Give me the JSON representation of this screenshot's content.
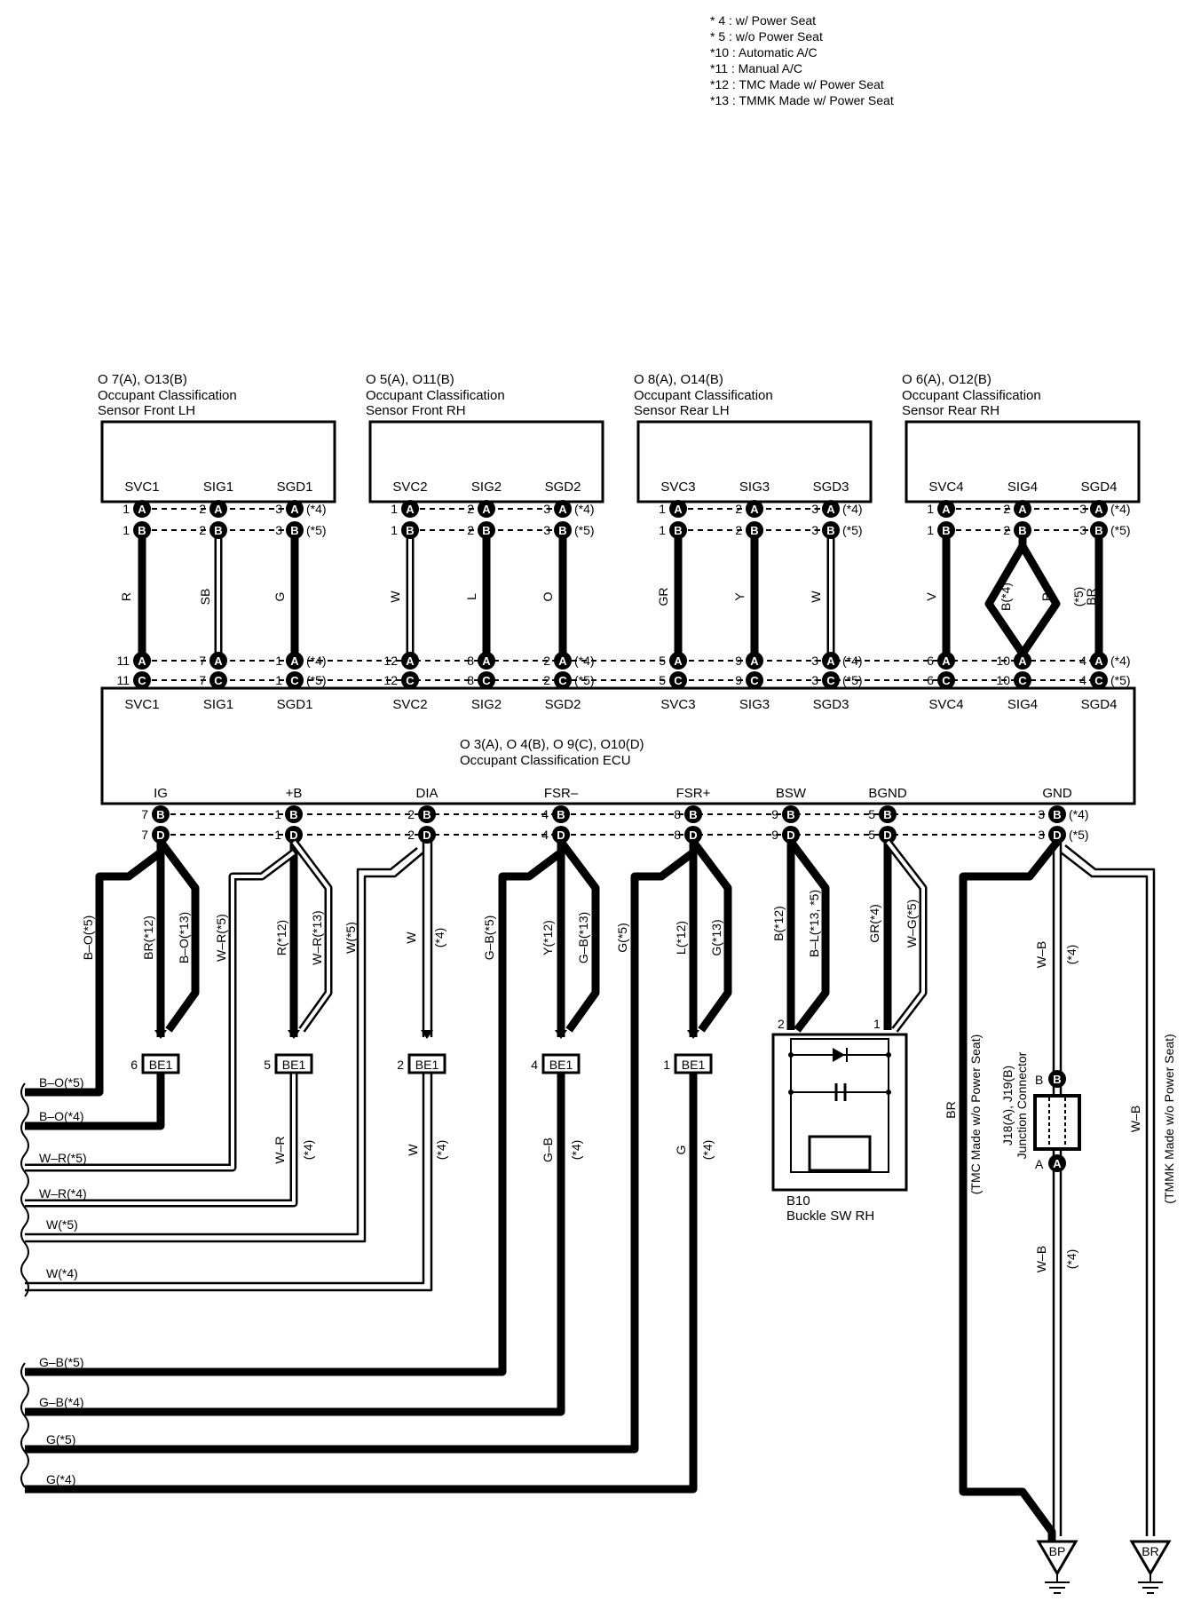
{
  "legend": [
    "* 4 : w/ Power Seat",
    "* 5 : w/o Power Seat",
    "*10 : Automatic A/C",
    "*11 : Manual A/C",
    "*12 : TMC Made w/ Power Seat",
    "*13 : TMMK Made w/ Power Seat"
  ],
  "sensors": [
    {
      "code": "O 7(A), O13(B)",
      "name1": "Occupant Classification",
      "name2": "Sensor Front LH",
      "terms": [
        {
          "label": "SVC1",
          "pinA": "1",
          "pinB": "1",
          "wire": "R",
          "style": "thick",
          "ecuPinA": "11",
          "ecuPinC": "11",
          "ecuLabel": "SVC1"
        },
        {
          "label": "SIG1",
          "pinA": "2",
          "pinB": "2",
          "wire": "SB",
          "style": "hollow",
          "ecuPinA": "7",
          "ecuPinC": "7",
          "ecuLabel": "SIG1"
        },
        {
          "label": "SGD1",
          "pinA": "3",
          "pinB": "3",
          "wire": "G",
          "style": "thick",
          "ecuPinA": "1",
          "ecuPinC": "1",
          "ecuLabel": "SGD1",
          "noteA": "(*4)",
          "noteB": "(*5)"
        }
      ]
    },
    {
      "code": "O 5(A), O11(B)",
      "name1": "Occupant Classification",
      "name2": "Sensor Front RH",
      "terms": [
        {
          "label": "SVC2",
          "pinA": "1",
          "pinB": "1",
          "wire": "W",
          "style": "hollow",
          "ecuPinA": "12",
          "ecuPinC": "12",
          "ecuLabel": "SVC2"
        },
        {
          "label": "SIG2",
          "pinA": "2",
          "pinB": "2",
          "wire": "L",
          "style": "thick",
          "ecuPinA": "8",
          "ecuPinC": "8",
          "ecuLabel": "SIG2"
        },
        {
          "label": "SGD2",
          "pinA": "3",
          "pinB": "3",
          "wire": "O",
          "style": "thick",
          "ecuPinA": "2",
          "ecuPinC": "2",
          "ecuLabel": "SGD2",
          "noteA": "(*4)",
          "noteB": "(*5)"
        }
      ]
    },
    {
      "code": "O 8(A), O14(B)",
      "name1": "Occupant Classification",
      "name2": "Sensor Rear LH",
      "terms": [
        {
          "label": "SVC3",
          "pinA": "1",
          "pinB": "1",
          "wire": "GR",
          "style": "thick",
          "ecuPinA": "5",
          "ecuPinC": "5",
          "ecuLabel": "SVC3"
        },
        {
          "label": "SIG3",
          "pinA": "2",
          "pinB": "2",
          "wire": "Y",
          "style": "thick",
          "ecuPinA": "9",
          "ecuPinC": "9",
          "ecuLabel": "SIG3"
        },
        {
          "label": "SGD3",
          "pinA": "3",
          "pinB": "3",
          "wire": "W",
          "style": "hollow",
          "ecuPinA": "3",
          "ecuPinC": "3",
          "ecuLabel": "SGD3",
          "noteA": "(*4)",
          "noteB": "(*5)"
        }
      ]
    },
    {
      "code": "O 6(A), O12(B)",
      "name1": "Occupant Classification",
      "name2": "Sensor Rear RH",
      "terms": [
        {
          "label": "SVC4",
          "pinA": "1",
          "pinB": "1",
          "wire": "V",
          "style": "thick",
          "ecuPinA": "6",
          "ecuPinC": "6",
          "ecuLabel": "SVC4"
        },
        {
          "label": "SIG4",
          "pinA": "2",
          "pinB": "2",
          "wire": "B(*4)",
          "wire2": "R",
          "style": "split",
          "ecuPinA": "10",
          "ecuPinC": "10",
          "ecuLabel": "SIG4"
        },
        {
          "label": "SGD4",
          "pinA": "3",
          "pinB": "3",
          "wire": "BR",
          "wire2": "(*5)",
          "style": "thick",
          "ecuPinA": "4",
          "ecuPinC": "4",
          "ecuLabel": "SGD4",
          "noteA": "(*4)",
          "noteB": "(*5)"
        }
      ]
    }
  ],
  "ecu": {
    "code": "O 3(A), O 4(B), O 9(C), O10(D)",
    "name": "Occupant Classification ECU",
    "bottom_terms": [
      {
        "label": "IG",
        "pinB": "7",
        "pinD": "7"
      },
      {
        "label": "+B",
        "pinB": "1",
        "pinD": "1"
      },
      {
        "label": "DIA",
        "pinB": "2",
        "pinD": "2"
      },
      {
        "label": "FSR–",
        "pinB": "4",
        "pinD": "4"
      },
      {
        "label": "FSR+",
        "pinB": "8",
        "pinD": "8"
      },
      {
        "label": "BSW",
        "pinB": "9",
        "pinD": "9"
      },
      {
        "label": "BGND",
        "pinB": "5",
        "pinD": "5"
      },
      {
        "label": "GND",
        "pinB": "3",
        "pinD": "3",
        "noteB": "(*4)",
        "noteD": "(*5)"
      }
    ]
  },
  "letters": {
    "A": "A",
    "B": "B",
    "C": "C",
    "D": "D"
  },
  "wire_labels": {
    "ig_a": "B–O(*5)",
    "ig_b": "BR(*12)",
    "ig_c": "B–O(*13)",
    "b_a": "W–R(*5)",
    "b_b": "R(*12)",
    "b_c": "W–R(*13)",
    "dia_a": "W(*5)",
    "dia_b": "W",
    "dia_c": "(*4)",
    "fsrm_a": "G–B(*5)",
    "fsrm_b": "Y(*12)",
    "fsrm_c": "G–B(*13)",
    "fsrp_a": "G(*5)",
    "fsrp_b": "L(*12)",
    "fsrp_c": "G(*13)",
    "bsw_a": "B(*12)",
    "bsw_b": "B–L(*13, *5)",
    "bgnd_a": "GR(*4)",
    "bgnd_b": "W–G(*5)",
    "gnd_wb": "W–B",
    "gnd_wb_n": "(*4)",
    "gnd_wb2": "W–B",
    "gnd_wb2_n": "(*4)",
    "br_long": "BR",
    "br_note": "(TMC Made w/o Power Seat)",
    "wb_long": "W–B",
    "wb_note": "(TMMK Made w/o Power Seat)",
    "be_wr": "W–R",
    "be_wr_n": "(*4)",
    "be_w": "W",
    "be_w_n": "(*4)",
    "be_gb": "G–B",
    "be_gb_n": "(*4)",
    "be_g": "G",
    "be_g_n": "(*4)"
  },
  "be1": [
    {
      "pin": "6",
      "label": "BE1"
    },
    {
      "pin": "5",
      "label": "BE1"
    },
    {
      "pin": "2",
      "label": "BE1"
    },
    {
      "pin": "4",
      "label": "BE1"
    },
    {
      "pin": "1",
      "label": "BE1"
    }
  ],
  "left_out": [
    "B–O(*5)",
    "B–O(*4)",
    "W–R(*5)",
    "W–R(*4)",
    "W(*5)",
    "W(*4)",
    "G–B(*5)",
    "G–B(*4)",
    "G(*5)",
    "G(*4)"
  ],
  "buckle": {
    "code": "B10",
    "name": "Buckle SW RH",
    "pin2": "2",
    "pin1": "1"
  },
  "jconn": {
    "code": "J18(A), J19(B)",
    "name": "Junction Connector",
    "pinB": "B",
    "pinA": "A"
  },
  "grounds": [
    {
      "label": "BP"
    },
    {
      "label": "BR"
    }
  ]
}
